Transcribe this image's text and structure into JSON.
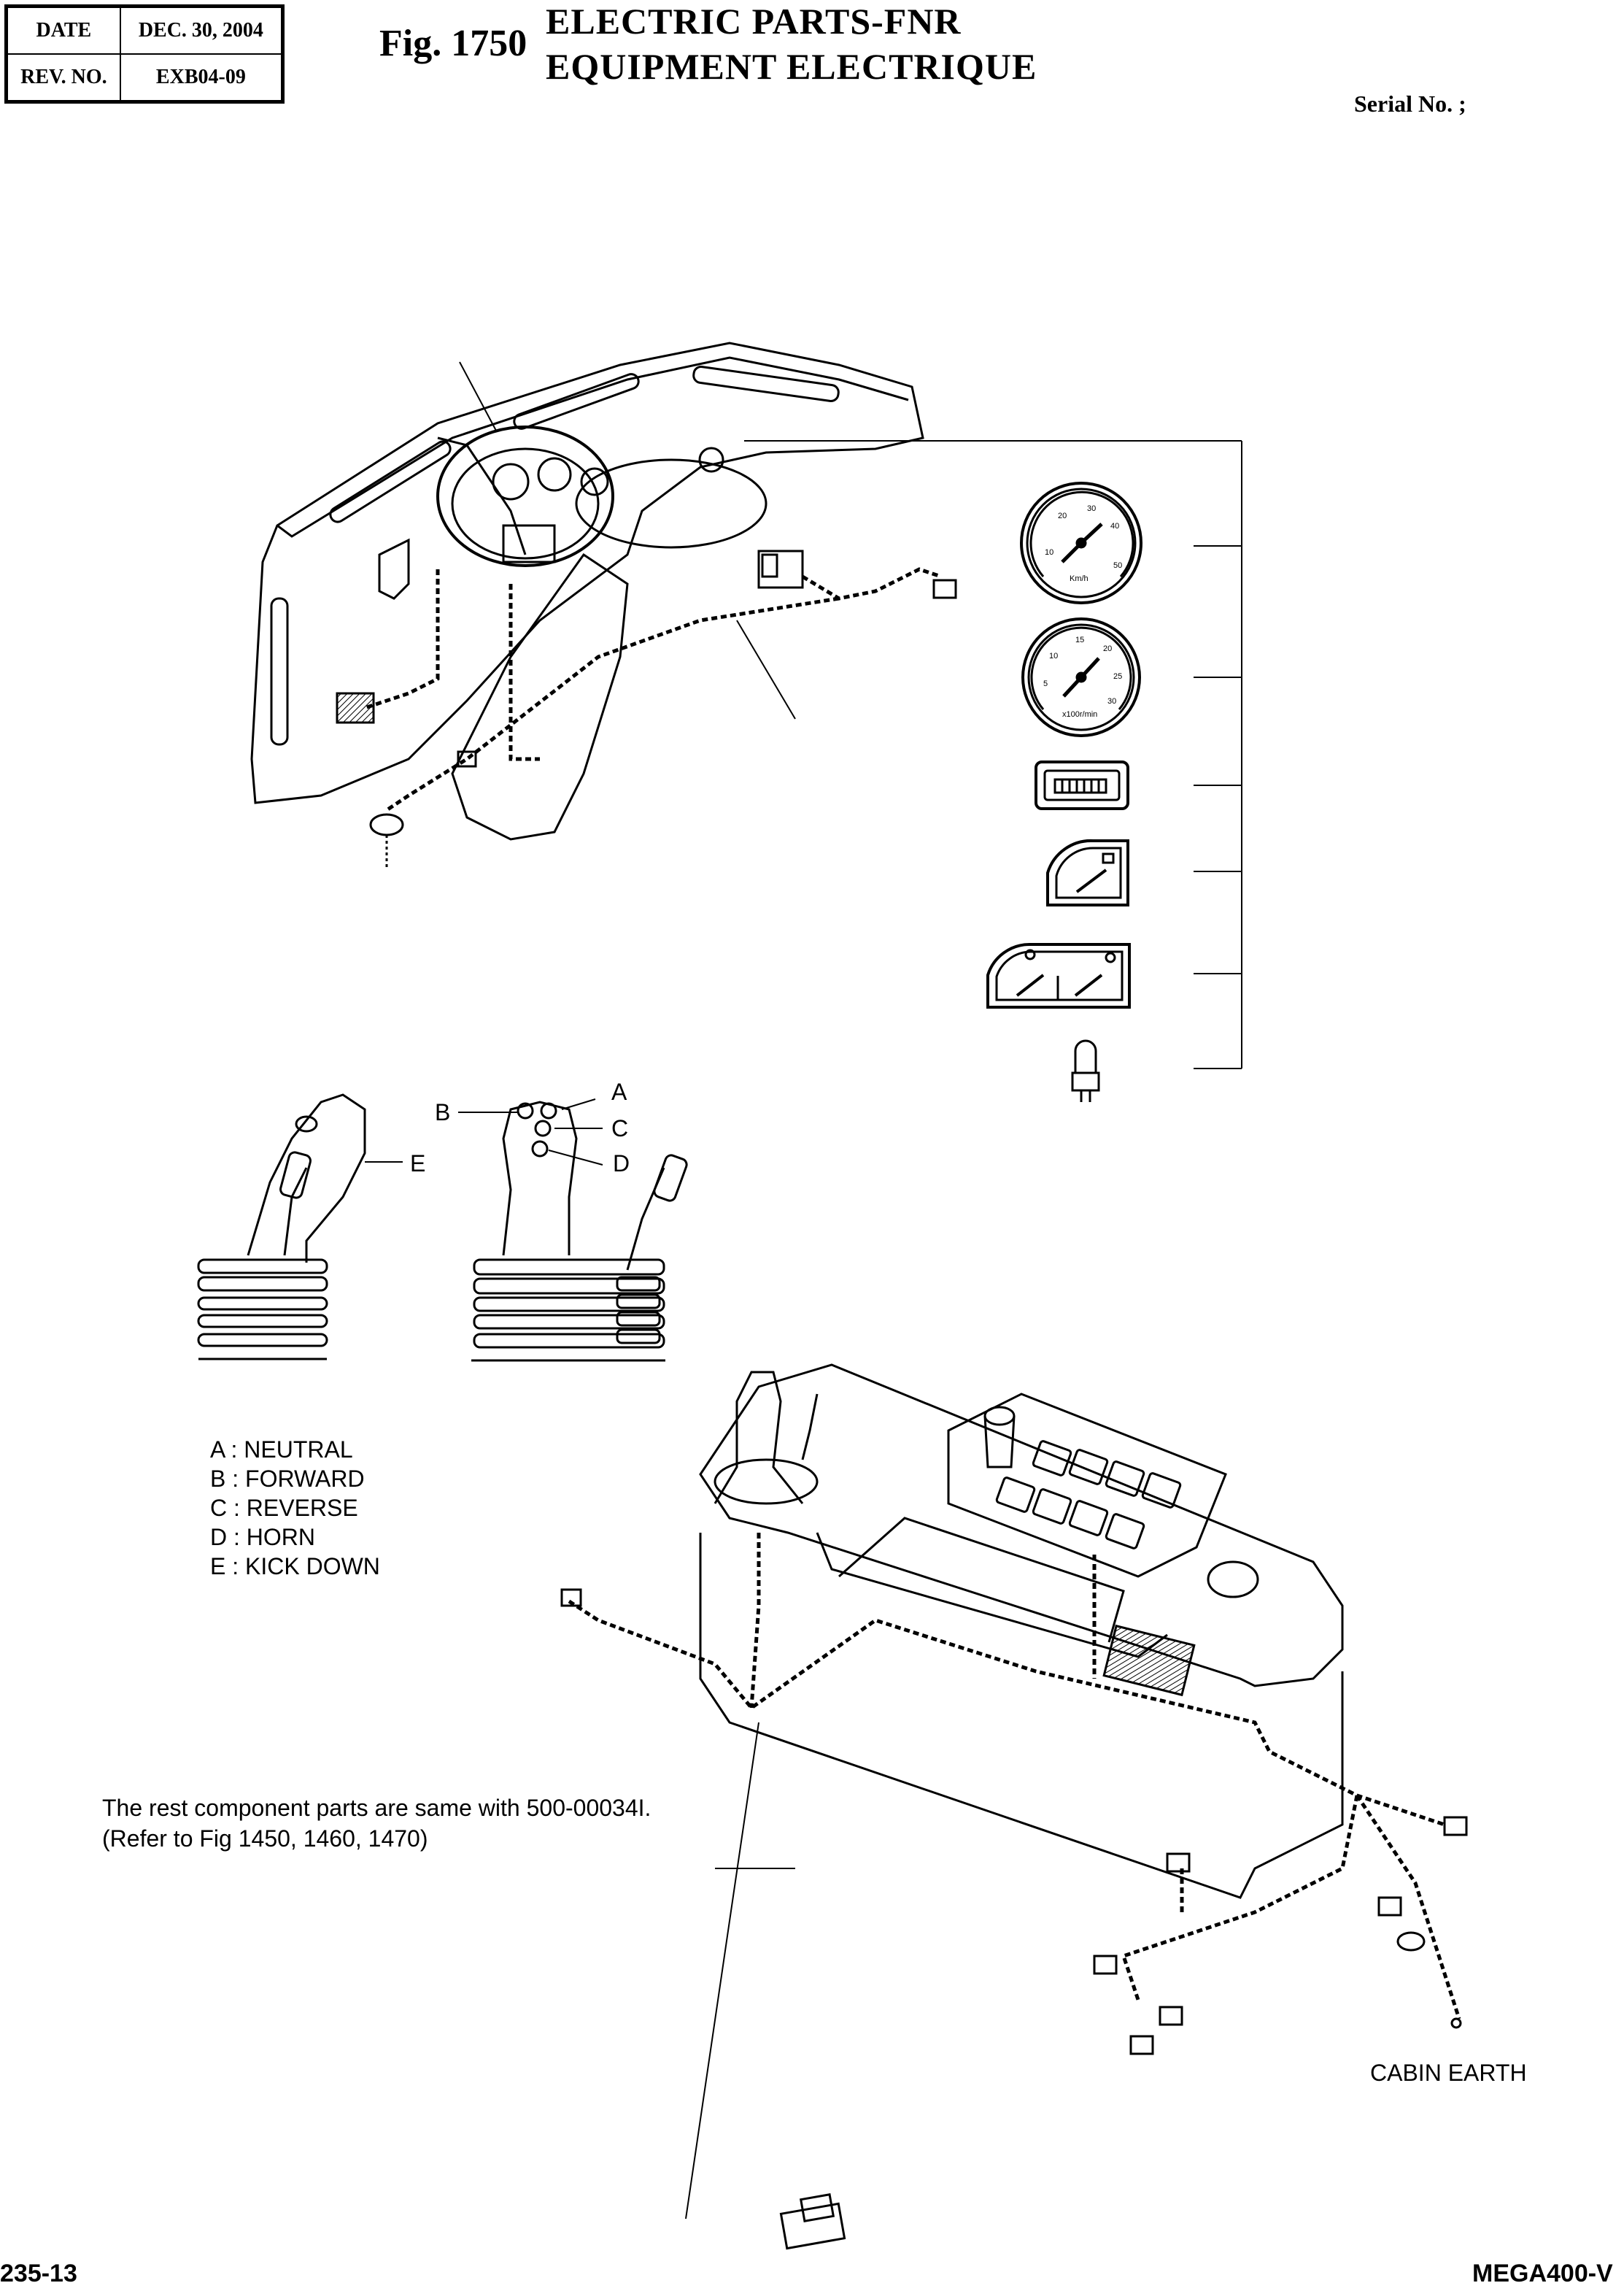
{
  "header": {
    "date_label": "DATE",
    "date_value": "DEC. 30, 2004",
    "rev_label": "REV. NO.",
    "rev_value": "EXB04-09"
  },
  "figure": {
    "number": "Fig. 1750",
    "title_en": "ELECTRIC PARTS-FNR",
    "title_fr": "EQUIPMENT ELECTRIQUE",
    "serial": "Serial No. ;"
  },
  "callouts": {
    "a": "A",
    "b": "B",
    "c": "C",
    "d": "D",
    "e": "E"
  },
  "legend": [
    "A : NEUTRAL",
    "B : FORWARD",
    "C : REVERSE",
    "D : HORN",
    "E : KICK DOWN"
  ],
  "note": {
    "line1": "The rest component parts are same with 500-00034I.",
    "line2": "(Refer to Fig 1450, 1460, 1470)"
  },
  "labels": {
    "cabin_earth": "CABIN EARTH"
  },
  "gauges": {
    "speedo_unit": "Km/h",
    "speedo_ticks": [
      "10",
      "20",
      "30",
      "40",
      "50"
    ],
    "tacho_unit": "x100r/min",
    "tacho_ticks": [
      "5",
      "10",
      "15",
      "20",
      "25",
      "30"
    ]
  },
  "footer": {
    "page": "235-13",
    "model": "MEGA400-V"
  }
}
